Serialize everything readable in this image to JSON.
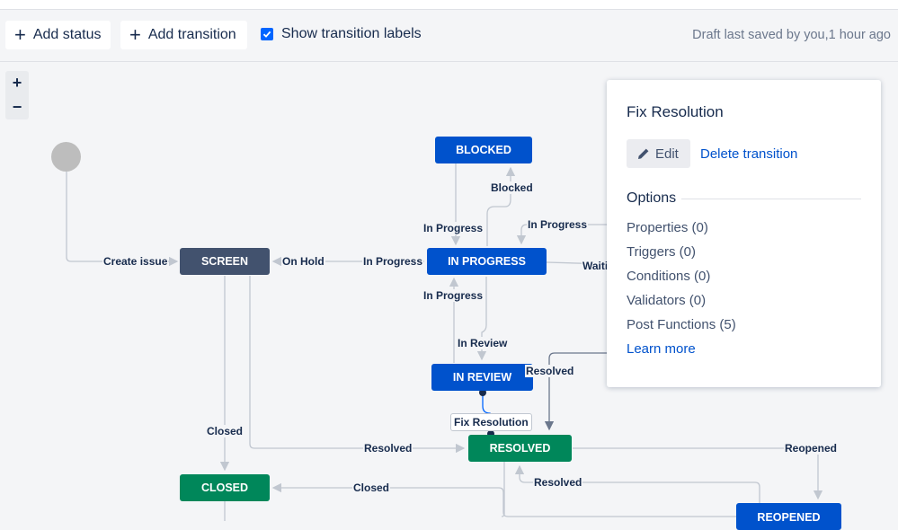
{
  "toolbar": {
    "add_status": "Add status",
    "add_transition": "Add transition",
    "show_labels": "Show transition labels",
    "show_labels_checked": true,
    "draft_status": "Draft last saved by you,1 hour ago"
  },
  "zoom": {
    "in": "+",
    "out": "−"
  },
  "statuses": {
    "blocked": "BLOCKED",
    "screen": "SCREEN",
    "in_progress": "IN PROGRESS",
    "in_review": "IN REVIEW",
    "resolved": "RESOLVED",
    "closed": "CLOSED",
    "reopened": "REOPENED"
  },
  "colors": {
    "blue_status": "#0052cc",
    "green_status": "#00875a",
    "gray_status": "#42526e",
    "link": "#0052cc",
    "checkbox": "#0065ff"
  },
  "transitions": {
    "create_issue": "Create issue",
    "on_hold": "On Hold",
    "in_progress_left": "In Progress",
    "blocked": "Blocked",
    "in_progress_from_blocked": "In Progress",
    "in_progress_right": "In Progress",
    "waiting_partial": "Waiti",
    "in_progress_from_review": "In Progress",
    "in_review": "In Review",
    "resolved_right": "Resolved",
    "fix_resolution": "Fix Resolution",
    "closed_left": "Closed",
    "resolved_bottom": "Resolved",
    "closed_bottom": "Closed",
    "resolved_from_reopened": "Resolved",
    "reopened": "Reopened"
  },
  "panel": {
    "title": "Fix Resolution",
    "edit": "Edit",
    "delete": "Delete transition",
    "options_header": "Options",
    "options": [
      "Properties (0)",
      "Triggers (0)",
      "Conditions (0)",
      "Validators (0)",
      "Post Functions (5)"
    ],
    "learn_more": "Learn more"
  }
}
